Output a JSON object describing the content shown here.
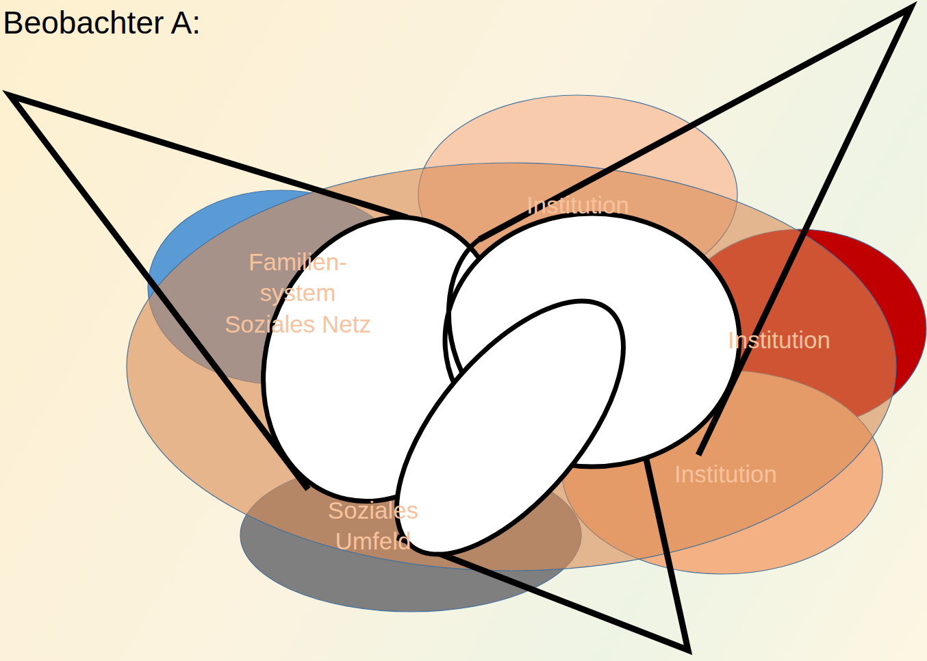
{
  "diagram": {
    "title": "Beobachter A:",
    "nodes": [
      {
        "text": [
          "Institution"
        ]
      },
      {
        "text": [
          "Familien-system Soziales Netz"
        ]
      },
      {
        "text": [
          "Institution"
        ]
      },
      {
        "text": [
          "Institution"
        ]
      },
      {
        "text": [
          "Soziales Umfeld"
        ]
      }
    ]
  }
}
